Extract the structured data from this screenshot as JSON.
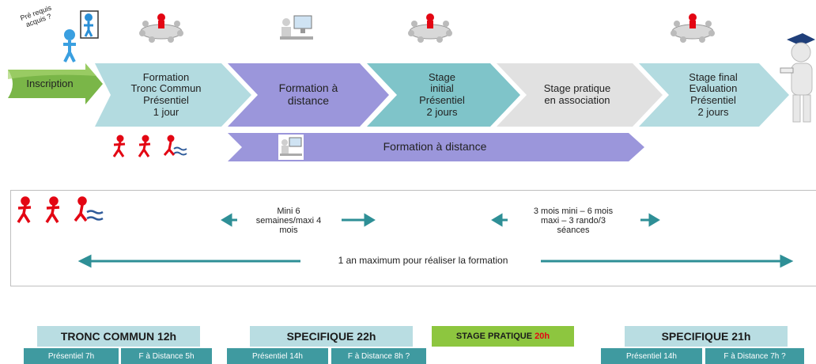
{
  "prerequis": "Pré requis\nacquis ?",
  "inscription": "Inscription",
  "steps": [
    {
      "label": "Formation\nTronc Commun\nPrésentiel\n1 jour"
    },
    {
      "label": "Formation à\ndistance"
    },
    {
      "label": "Stage\ninitial\nPrésentiel\n2 jours"
    },
    {
      "label": "Stage pratique\nen association"
    },
    {
      "label": "Stage final\nEvaluation\nPrésentiel\n2 jours"
    }
  ],
  "distance_bar": "Formation à distance",
  "timeline": {
    "mini": "Mini 6\nsemaines/maxi 4\nmois",
    "mois": "3 mois mini – 6 mois\nmaxi – 3 rando/3\nséances",
    "max": "1 an maximum pour réaliser la formation"
  },
  "summary": {
    "tronc": {
      "title": "TRONC COMMUN 12h",
      "a": "Présentiel 7h",
      "b": "F à Distance 5h"
    },
    "spec22": {
      "title": "SPECIFIQUE 22h",
      "a": "Présentiel 14h",
      "b": "F à Distance 8h ?"
    },
    "stage": {
      "title": "STAGE PRATIQUE",
      "hours": "20h"
    },
    "spec21": {
      "title": "SPECIFIQUE 21h",
      "a": "Présentiel 14h",
      "b": "F à Distance 7h ?"
    }
  },
  "colors": {
    "light_teal": "#b3dbe0",
    "purple": "#9b96db",
    "teal": "#7fc4c9",
    "grey": "#e1e1e1",
    "header_teal": "#b9dde2",
    "sub_teal": "#3f9aa0",
    "green": "#8dc63f",
    "accent_red": "#e30613"
  },
  "icons": [
    "meeting-table-icon",
    "computer-workstation-icon",
    "graduate-figure-icon",
    "running-figure-icon",
    "swimming-figure-icon",
    "question-figure-icon"
  ]
}
